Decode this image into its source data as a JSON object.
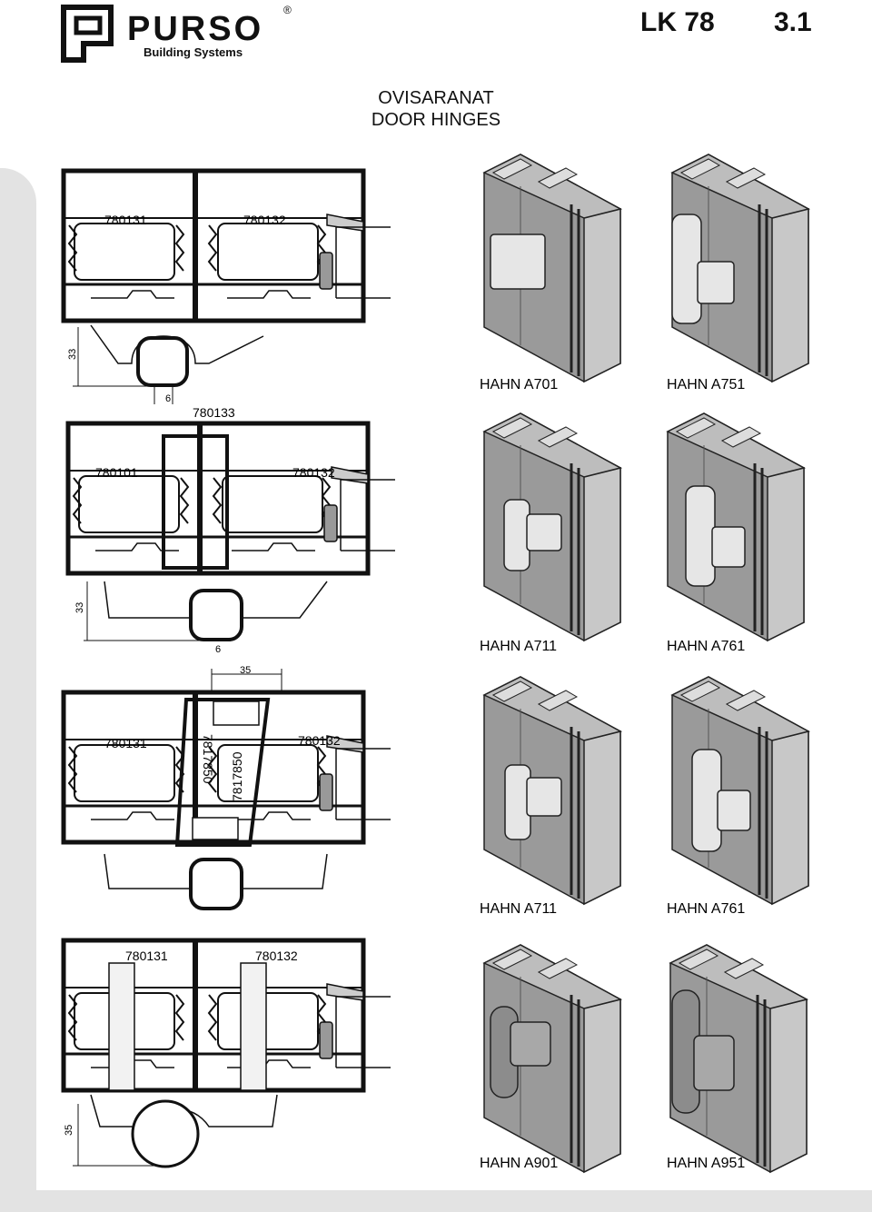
{
  "header": {
    "brand": "PURSO",
    "registered": "®",
    "tagline": "Building Systems",
    "product_code": "LK 78",
    "page_number": "3.1"
  },
  "title": {
    "line1": "OVISARANAT",
    "line2": "DOOR HINGES"
  },
  "sections": [
    {
      "profiles": [
        "780131",
        "780132"
      ],
      "dimension_vertical": "33",
      "dimension_horizontal": "6",
      "hinges": [
        "HAHN A701",
        "HAHN A751"
      ]
    },
    {
      "top_profile": "780133",
      "profiles": [
        "780101",
        "780132"
      ],
      "dimension_vertical": "33",
      "dimension_horizontal": "6",
      "hinges": [
        "HAHN A711",
        "HAHN A761"
      ]
    },
    {
      "dimension_top": "35",
      "profiles": [
        "780131",
        "780132"
      ],
      "middle_profile_a": "7817850",
      "middle_profile_b": "7817850",
      "hinges": [
        "HAHN A711",
        "HAHN A761"
      ]
    },
    {
      "profiles": [
        "780131",
        "780132"
      ],
      "dimension_vertical": "35",
      "hinges": [
        "HAHN A901",
        "HAHN A951"
      ]
    }
  ]
}
